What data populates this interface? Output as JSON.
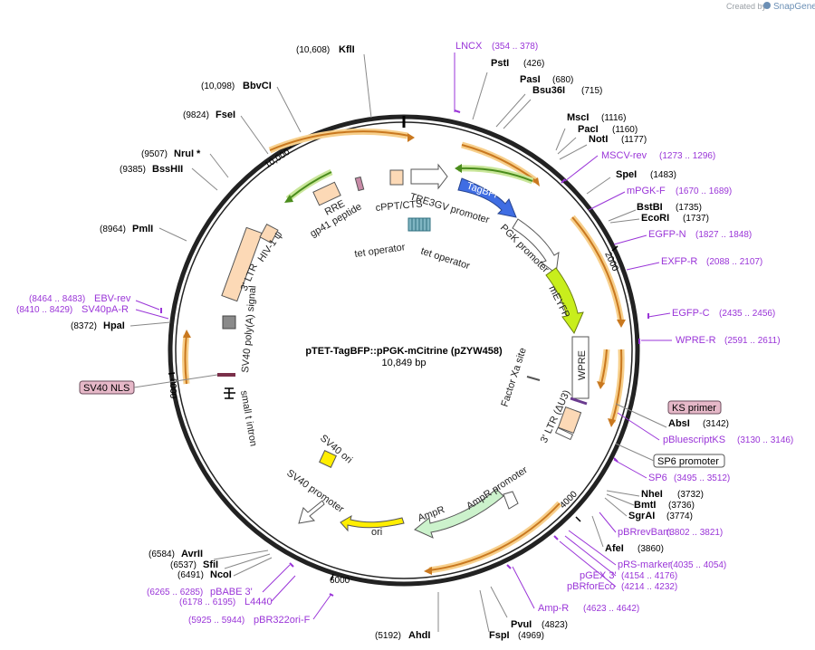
{
  "credit": {
    "created_by": "Created by",
    "brand": "SnapGene"
  },
  "plasmid": {
    "name": "pTET-TagBFP::pPGK-mCitrine (pZYW458)",
    "length": "10,849 bp",
    "tick_labels": [
      "2000",
      "4000",
      "6000",
      "8000",
      "10,000"
    ]
  },
  "enzymes": [
    {
      "name": "KflI",
      "pos": "(10,608)"
    },
    {
      "name": "PstI",
      "pos": "(426)"
    },
    {
      "name": "PasI",
      "pos": "(680)"
    },
    {
      "name": "Bsu36I",
      "pos": "(715)"
    },
    {
      "name": "MscI",
      "pos": "(1116)"
    },
    {
      "name": "PacI",
      "pos": "(1160)"
    },
    {
      "name": "NotI",
      "pos": "(1177)"
    },
    {
      "name": "SpeI",
      "pos": "(1483)"
    },
    {
      "name": "BstBI",
      "pos": "(1735)"
    },
    {
      "name": "EcoRI",
      "pos": "(1737)"
    },
    {
      "name": "AbsI",
      "pos": "(3142)"
    },
    {
      "name": "NheI",
      "pos": "(3732)"
    },
    {
      "name": "BmtI",
      "pos": "(3736)"
    },
    {
      "name": "SgrAI",
      "pos": "(3774)"
    },
    {
      "name": "AfeI",
      "pos": "(3860)"
    },
    {
      "name": "PvuI",
      "pos": "(4823)"
    },
    {
      "name": "FspI",
      "pos": "(4969)"
    },
    {
      "name": "AhdI",
      "pos": "(5192)"
    },
    {
      "name": "AvrII",
      "pos": "(6584)"
    },
    {
      "name": "SfiI",
      "pos": "(6537)"
    },
    {
      "name": "NcoI",
      "pos": "(6491)"
    },
    {
      "name": "HpaI",
      "pos": "(8372)"
    },
    {
      "name": "PmlI",
      "pos": "(8964)"
    },
    {
      "name": "BssHII",
      "pos": "(9385)"
    },
    {
      "name": "NruI *",
      "pos": "(9507)"
    },
    {
      "name": "FseI",
      "pos": "(9824)"
    },
    {
      "name": "BbvCI",
      "pos": "(10,098)"
    }
  ],
  "primers": [
    {
      "name": "LNCX",
      "range": "(354 .. 378)"
    },
    {
      "name": "MSCV-rev",
      "range": "(1273 .. 1296)"
    },
    {
      "name": "mPGK-F",
      "range": "(1670 .. 1689)"
    },
    {
      "name": "EGFP-N",
      "range": "(1827 .. 1848)"
    },
    {
      "name": "EXFP-R",
      "range": "(2088 .. 2107)"
    },
    {
      "name": "EGFP-C",
      "range": "(2435 .. 2456)"
    },
    {
      "name": "WPRE-R",
      "range": "(2591 .. 2611)"
    },
    {
      "name": "pBluescriptKS",
      "range": "(3130 .. 3146)"
    },
    {
      "name": "SP6",
      "range": "(3495 .. 3512)"
    },
    {
      "name": "pBRrevBam",
      "range": "(3802 .. 3821)"
    },
    {
      "name": "pRS-marker",
      "range": "(4035 .. 4054)"
    },
    {
      "name": "pGEX 3'",
      "range": "(4154 .. 4176)"
    },
    {
      "name": "pBRforEco",
      "range": "(4214 .. 4232)"
    },
    {
      "name": "Amp-R",
      "range": "(4623 .. 4642)"
    },
    {
      "name": "pBABE 3'",
      "range": "(6265 .. 6285)"
    },
    {
      "name": "L4440",
      "range": "(6178 .. 6195)"
    },
    {
      "name": "pBR322ori-F",
      "range": "(5925 .. 5944)"
    },
    {
      "name": "EBV-rev",
      "range": "(8464 .. 8483)"
    },
    {
      "name": "SV40pA-R",
      "range": "(8410 .. 8429)"
    }
  ],
  "boxed_labels": {
    "ks_primer": "KS primer",
    "sp6_promoter": "SP6 promoter",
    "sv40_nls": "SV40 NLS"
  },
  "features": {
    "tagbfp": "TagBFP",
    "tre3gv": "TRE3GV promoter",
    "pgk": "PGK promoter",
    "meyfp": "mEYFP",
    "wpre": "WPRE",
    "ltr3_du3": "3' LTR (ΔU3)",
    "factor_xa": "Factor Xa site",
    "tet_op1": "tet operator",
    "tet_op2": "tet operator",
    "cppt": "cPPT/CTS",
    "rre": "RRE",
    "gp41": "gp41 peptide",
    "hiv1psi": "HIV-1 ψ",
    "ltr3": "3' LTR",
    "sv40pa": "SV40 poly(A) signal",
    "small_t": "small t intron",
    "sv40_ori": "SV40 ori",
    "sv40_promoter": "SV40 promoter",
    "ori": "ori",
    "ampr": "AmpR",
    "ampr_promoter": "AmpR promoter"
  },
  "colors": {
    "backbone": "#222222",
    "orf_arrow": "#c9781f",
    "orf_glow": "#f7cf8b",
    "green_arrow": "#4a8c1c",
    "green_glow": "#c9e69a",
    "tagbfp": "#3f6de3",
    "meyfp": "#c8ee1c",
    "ori": "#ffee00",
    "ampr": "#ccf2cc",
    "ltr": "#fcd9b6",
    "primer": "#9a35d8",
    "sv40_nls": "#e6b8c8"
  }
}
